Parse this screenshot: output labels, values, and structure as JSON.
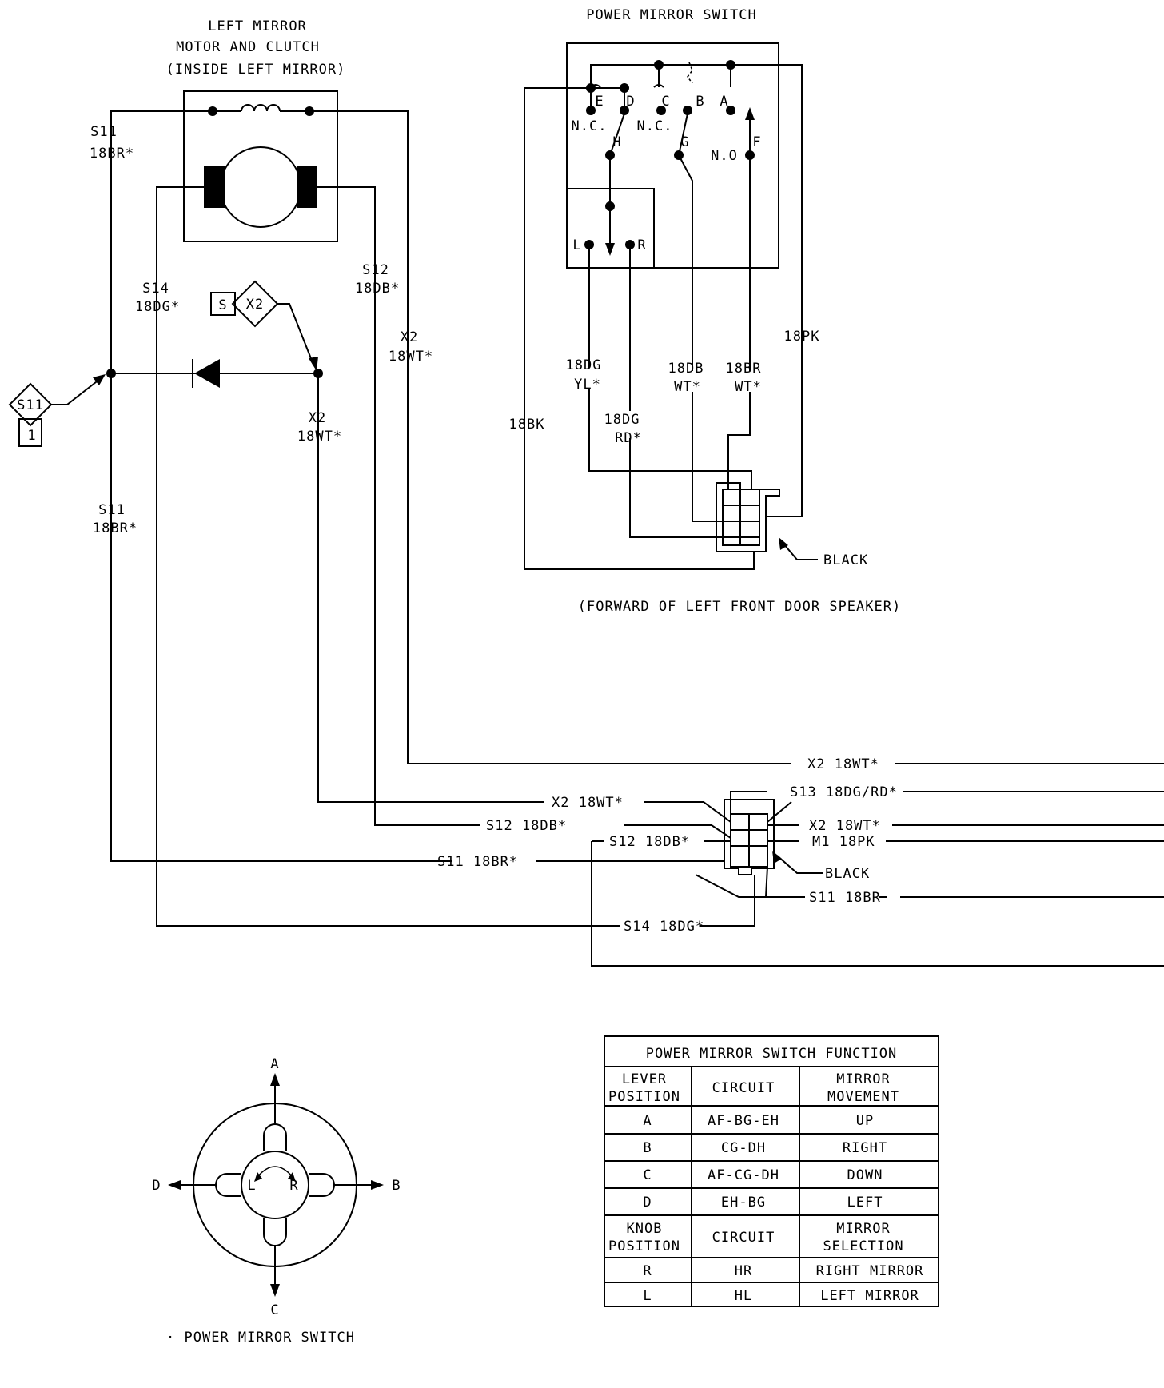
{
  "title_left_mirror": [
    "LEFT MIRROR",
    "MOTOR AND CLUTCH",
    "(INSIDE LEFT MIRROR)"
  ],
  "title_switch": "POWER MIRROR SWITCH",
  "switch_terminals": {
    "E": "E",
    "D": "D",
    "C": "C",
    "B": "B",
    "A": "A",
    "H": "H",
    "G": "G",
    "F": "F",
    "L": "L",
    "R": "R",
    "nc1": "N.C.",
    "nc2": "N.C.",
    "no": "N.O"
  },
  "splices": {
    "s11": "S11",
    "s11_sub": "1",
    "s5": "S",
    "x2": "X2"
  },
  "wires": {
    "s11_top": [
      "S11",
      "18BR*"
    ],
    "s11_mid": [
      "S11",
      "18BR*"
    ],
    "s14": [
      "S14",
      "18DG*"
    ],
    "s12": [
      "S12",
      "18DB*"
    ],
    "x2_right": [
      "X2",
      "18WT*"
    ],
    "x2_center": [
      "X2",
      "18WT*"
    ],
    "w18pk": "18PK",
    "w18bk": "18BK",
    "w18dg_yl": [
      "18DG",
      "YL*"
    ],
    "w18dg_rd": [
      "18DG",
      "RD*"
    ],
    "w18db_wt": [
      "18DB",
      "WT*"
    ],
    "w18br_wt": [
      "18BR",
      "WT*"
    ]
  },
  "connector_black_upper": "BLACK",
  "location_note": "(FORWARD OF LEFT FRONT DOOR SPEAKER)",
  "harness": {
    "x2_top": "X2 18WT*",
    "s13": "S13 18DG/RD*",
    "x2_left": "X2 18WT*",
    "x2_right": "X2 18WT*",
    "s12_left": "S12 18DB*",
    "s12_mid": "S12 18DB*",
    "m1": "M1 18PK",
    "black": "BLACK",
    "s11_left": "S11 18BR*",
    "s11_right": "S11 18BR",
    "s14": "S14 18DG*"
  },
  "joystick": {
    "A": "A",
    "B": "B",
    "C": "C",
    "D": "D",
    "L": "L",
    "R": "R",
    "caption": "· POWER MIRROR SWITCH"
  },
  "function_table": {
    "title": "POWER MIRROR SWITCH FUNCTION",
    "header1": [
      [
        "LEVER",
        "POSITION"
      ],
      [
        "CIRCUIT"
      ],
      [
        "MIRROR",
        "MOVEMENT"
      ]
    ],
    "rows1": [
      [
        "A",
        "AF-BG-EH",
        "UP"
      ],
      [
        "B",
        "CG-DH",
        "RIGHT"
      ],
      [
        "C",
        "AF-CG-DH",
        "DOWN"
      ],
      [
        "D",
        "EH-BG",
        "LEFT"
      ]
    ],
    "header2": [
      [
        "KNOB",
        "POSITION"
      ],
      [
        "CIRCUIT"
      ],
      [
        "MIRROR",
        "SELECTION"
      ]
    ],
    "rows2": [
      [
        "R",
        "HR",
        "RIGHT MIRROR"
      ],
      [
        "L",
        "HL",
        "LEFT MIRROR"
      ]
    ]
  }
}
